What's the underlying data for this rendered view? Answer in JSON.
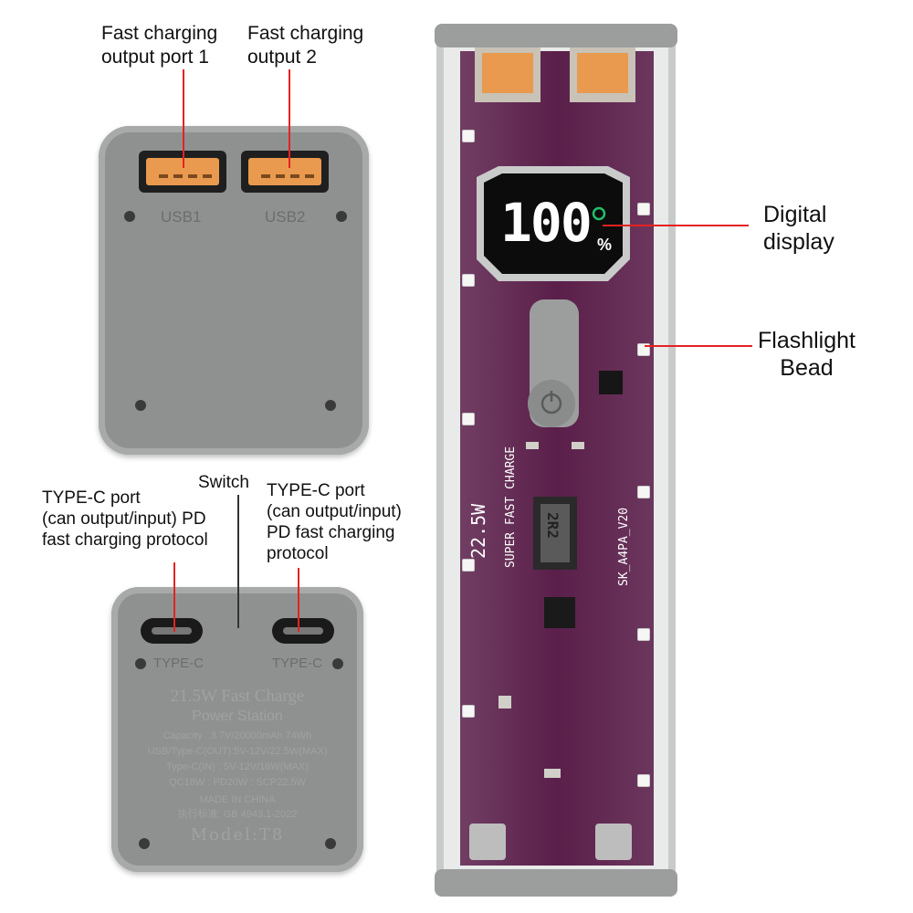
{
  "labels": {
    "usb1_callout": [
      "Fast charging",
      "output port 1"
    ],
    "usb2_callout": [
      "Fast charging",
      "output 2"
    ],
    "digital_display_callout": [
      "Digital",
      "display"
    ],
    "flashlight_callout": [
      "Flashlight",
      "Bead"
    ],
    "typec_left_callout": [
      "TYPE-C port",
      "(can output/input) PD",
      "fast charging protocol"
    ],
    "switch_callout": "Switch",
    "typec_right_callout": [
      "TYPE-C port",
      "(can output/input)",
      "PD fast charging",
      "protocol"
    ]
  },
  "top_panel": {
    "port1_label": "USB1",
    "port2_label": "USB2"
  },
  "bottom_panel": {
    "port1_label": "TYPE-C",
    "port2_label": "TYPE-C",
    "embossed_lines": [
      "21.5W Fast Charge",
      "Power Station",
      "Capacity : 3.7V/20000mAh 74Wh",
      "USB/Type-C(OUT):5V-12V/22.5W(MAX)",
      "Type-C(IN) : 5V-12V/18W(MAX)",
      "QC18W : PD20W : SCP22.5W",
      "MADE IN CHINA",
      "执行标准: GB 4943.1-2022",
      "Model:T8"
    ]
  },
  "device": {
    "display_value": "100",
    "display_unit": "%",
    "pcb_text_power": "22.5W",
    "pcb_text_charge": "SUPER FAST CHARGE",
    "pcb_text_board": "SK_A4PA_V20",
    "inductor_marking": "2R2"
  },
  "colors": {
    "callout_line": "#e52222",
    "pcb": "#5a1f4a",
    "shell": "#8f9191",
    "display_digits": "#ffffff",
    "usb_tongue": "#e99a4f"
  }
}
